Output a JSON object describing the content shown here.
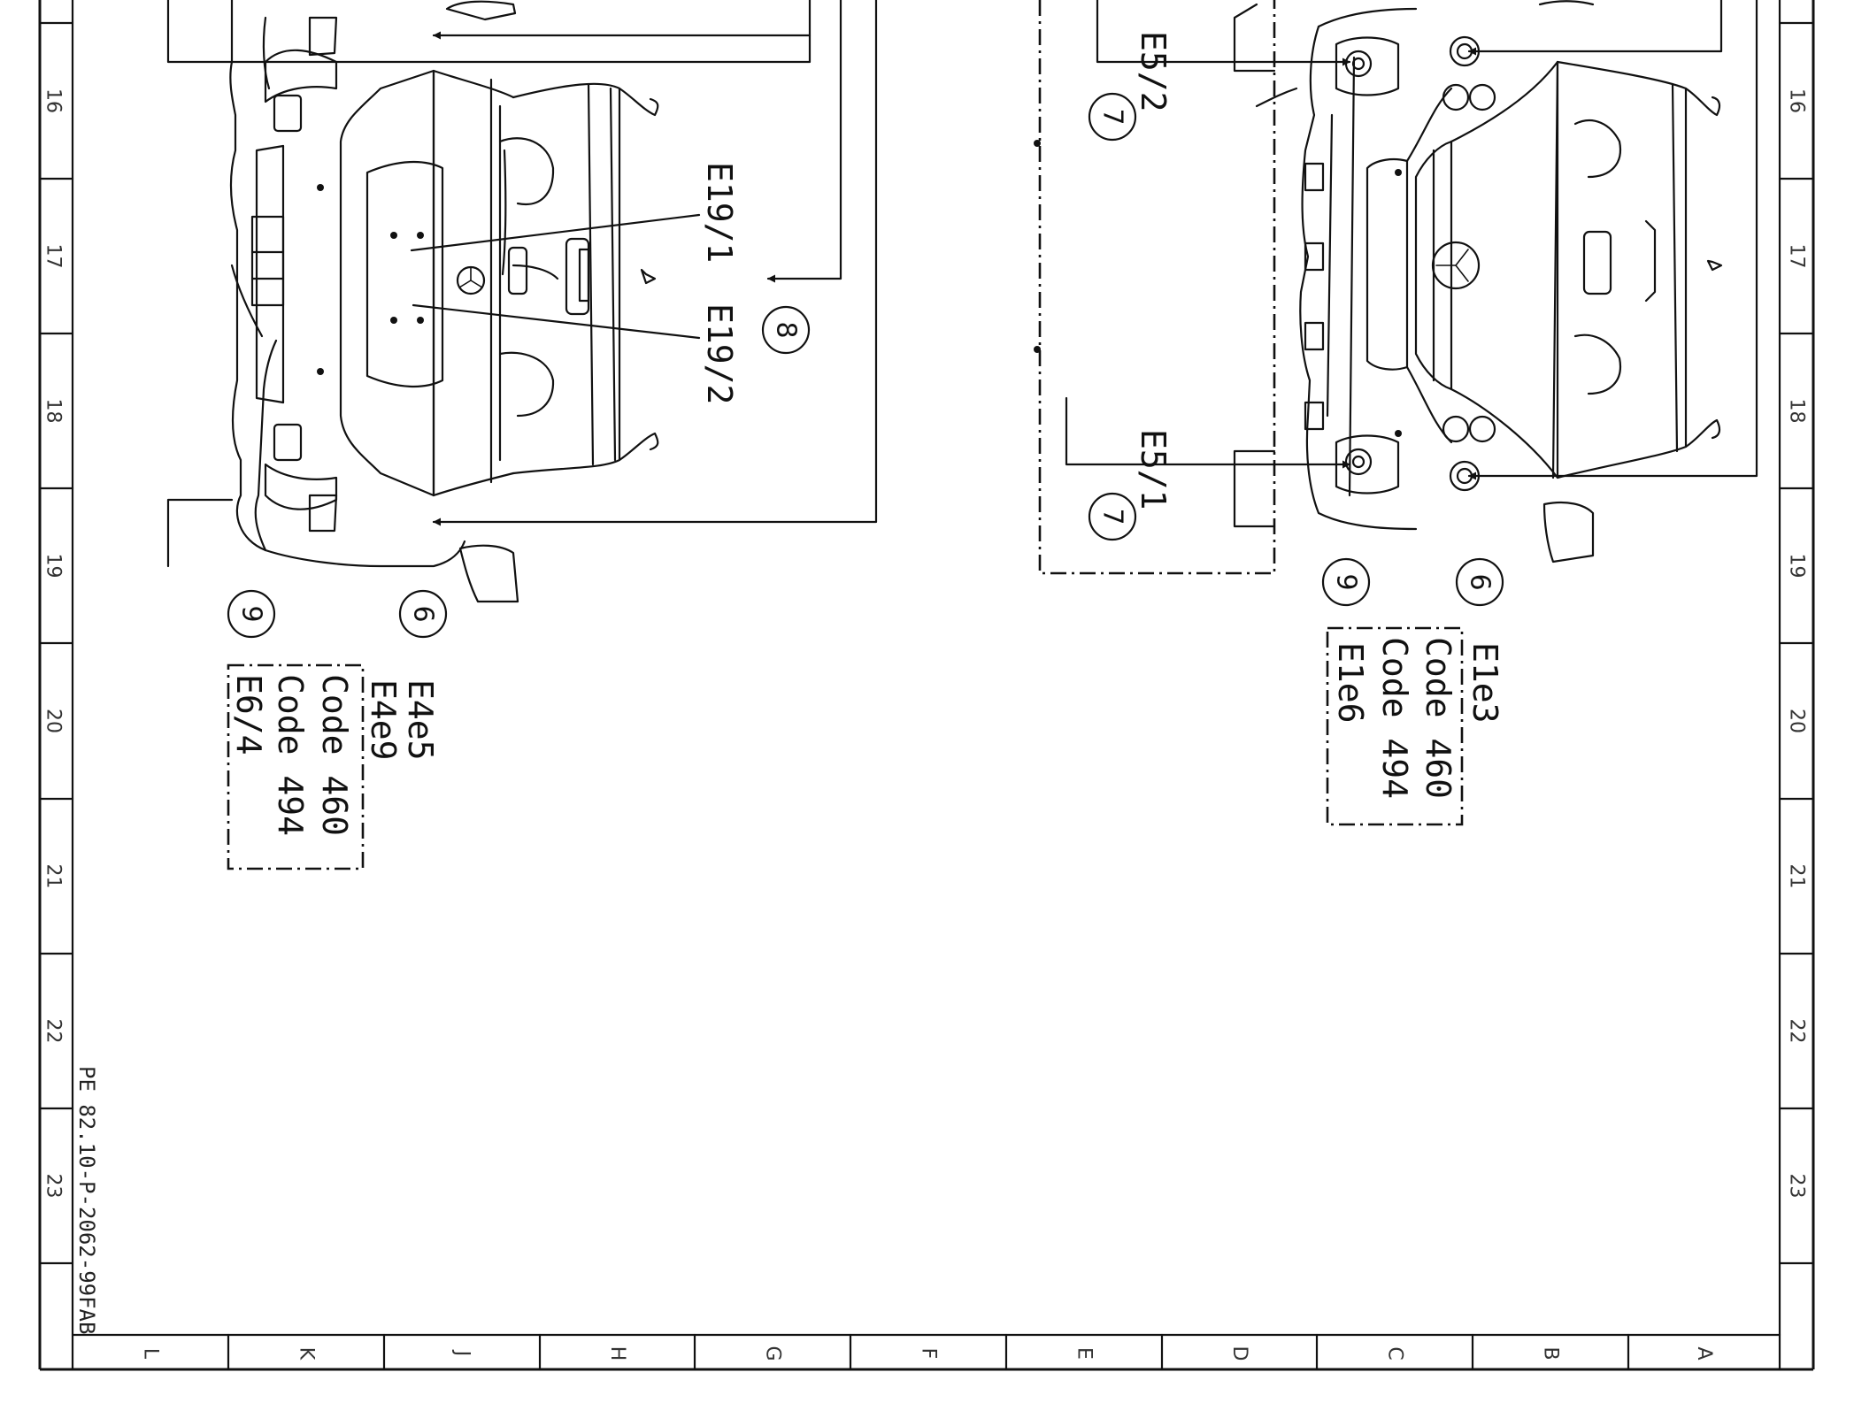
{
  "ruler": {
    "rows": [
      "16",
      "17",
      "18",
      "19",
      "20",
      "21",
      "22",
      "23"
    ],
    "cols": [
      "L",
      "K",
      "J",
      "H",
      "G",
      "F",
      "E",
      "D",
      "C",
      "B",
      "A"
    ]
  },
  "reference_code": "PE 82.10-P-2062-99FAB",
  "rear_view": {
    "labels": {
      "e19_1": "E19/1",
      "e19_2": "E19/2"
    },
    "callouts": {
      "c8": "8",
      "c6": "6",
      "c9": "9"
    },
    "box_lines": [
      "E4e5",
      "E4e9",
      "Code 460",
      "Code 494",
      "E6/4"
    ]
  },
  "front_view": {
    "labels": {
      "e5_2": "E5/2",
      "e5_1": "E5/1"
    },
    "callouts": {
      "c7_top": "7",
      "c7_bottom": "7",
      "c9": "9",
      "c6": "6"
    },
    "box_lines": [
      "E1e3",
      "Code 460",
      "Code 494",
      "E1e6"
    ]
  }
}
